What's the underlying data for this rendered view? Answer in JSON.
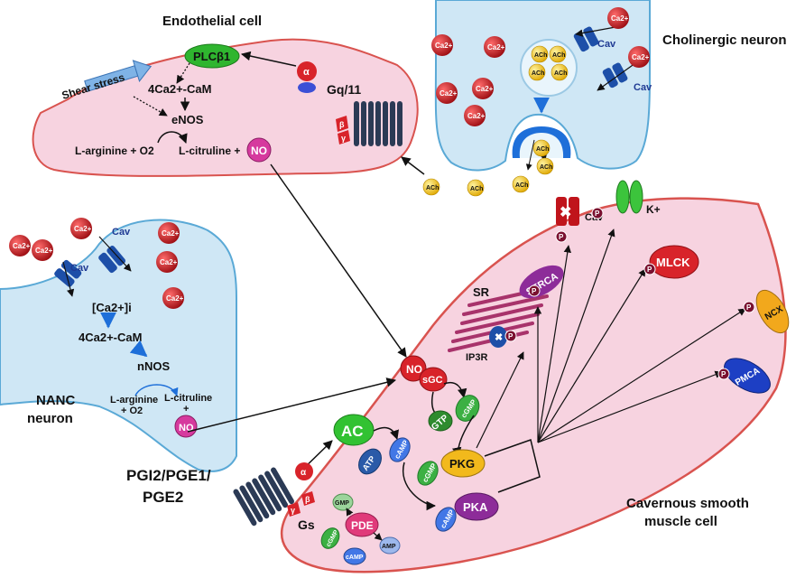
{
  "colors": {
    "endothelial_fill": "#f7d3e0",
    "endothelial_stroke": "#d9534f",
    "neuron_fill": "#cfe7f5",
    "neuron_stroke": "#5aa9d6",
    "smooth_muscle_fill": "#f7d3e0",
    "smooth_muscle_stroke": "#d9534f",
    "calcium": "#c0141b",
    "ach": "#f5c518",
    "receptor": "#2b3a55",
    "channel": "#1d4fa8"
  },
  "cells": {
    "endothelial": "Endothelial cell",
    "cholinergic": "Cholinergic neuron",
    "nanc_line1": "NANC",
    "nanc_line2": "neuron",
    "smooth_line1": "Cavernous smooth",
    "smooth_line2": "muscle cell"
  },
  "endothelial": {
    "plc": "PLCβ1",
    "alpha": "α",
    "gq": "Gq/11",
    "shear": "Shear stress",
    "cacam": "4Ca2+-CaM",
    "enos": "eNOS",
    "arginine": "L-arginine + O2",
    "citrulline": "L-citruline +",
    "no": "NO",
    "beta": "β",
    "gamma": "γ"
  },
  "cholinergic": {
    "ca": "Ca2+",
    "cav": "Cav",
    "ach": "ACh"
  },
  "nanc": {
    "ca": "Ca2+",
    "cav": "Cav",
    "cai": "[Ca2+]i",
    "cacam": "4Ca2+-CaM",
    "nnos": "nNOS",
    "arginine_line1": "L-arginine",
    "arginine_line2": "+ O2",
    "citrulline": "L-citruline",
    "plus": "+",
    "no": "NO"
  },
  "smooth": {
    "no": "NO",
    "sgc": "sGC",
    "gtp": "GTP",
    "cgmp": "cGMP",
    "ac": "AC",
    "atp": "ATP",
    "camp": "cAMP",
    "pkg": "PKG",
    "pka": "PKA",
    "pde": "PDE",
    "gmp": "GMP",
    "amp": "AMP",
    "sr": "SR",
    "serca": "SERCA",
    "ip3r": "IP3R",
    "p": "P",
    "cav": "Cav",
    "k": "K+",
    "mlck": "MLCK",
    "ncx": "NCX",
    "pmca": "PMCA",
    "alpha": "α",
    "beta": "β",
    "gamma": "γ",
    "gs": "Gs",
    "pg_line1": "PGI2/PGE1/",
    "pg_line2": "PGE2"
  }
}
